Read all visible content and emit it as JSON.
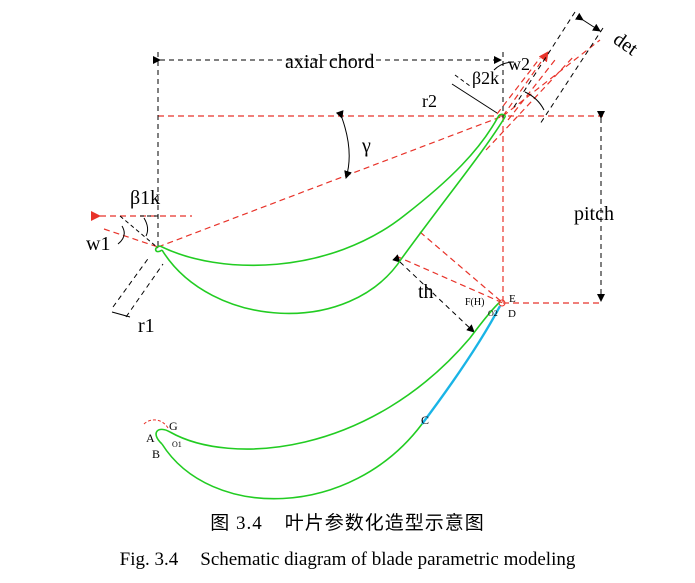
{
  "labels": {
    "axial_chord": "axial chord",
    "det": "det",
    "w2": "w2",
    "beta2k": "β2k",
    "r2": "r2",
    "gamma": "γ",
    "beta1k": "β1k",
    "w1": "w1",
    "r1": "r1",
    "pitch": "pitch",
    "th": "th",
    "point_F_H": "F(H)",
    "point_E": "E",
    "point_O2": "O2",
    "point_D": "D",
    "point_C": "C",
    "point_A": "A",
    "point_G": "G",
    "point_O1": "O1",
    "point_B": "B"
  },
  "caption": {
    "cn_number": "图 3.4",
    "cn_text": "叶片参数化造型示意图",
    "en_number": "Fig. 3.4",
    "en_text": "Schematic diagram of blade parametric modeling"
  },
  "colors": {
    "blade_profile": "#22cc22",
    "construction_dash": "#e8332a",
    "dimension_dash": "#000000",
    "highlight_arc": "#19b4e6"
  }
}
